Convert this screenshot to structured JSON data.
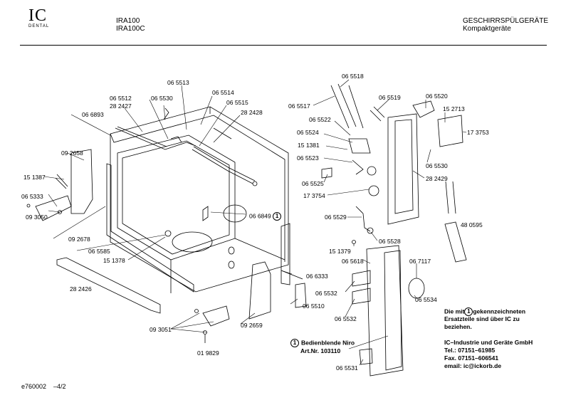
{
  "logo": {
    "main": "IC",
    "sub": "DENTAL"
  },
  "header": {
    "model_1": "IRA100",
    "model_2": "IRA100C",
    "category": "GESCHIRRSPÜLGERÄTE",
    "subcategory": "Kompaktgeräte"
  },
  "parts": {
    "p065513": "06 5513",
    "p065512": "06 5512",
    "p065530a": "06 5530",
    "p065514": "06 5514",
    "p282427": "28 2427",
    "p065515": "06 5515",
    "p066893": "06 6893",
    "p282428": "28 2428",
    "p092658": "09 2658",
    "p151387": "15 1387",
    "p065333": "06 5333",
    "p093050": "09 3050",
    "p092678": "09 2678",
    "p065585": "06 5585",
    "p151378": "15 1378",
    "p282426": "28 2426",
    "p066849": "06 6849",
    "p066333": "06 6333",
    "p065510": "06 5510",
    "p092659": "09 2659",
    "p093051": "09 3051",
    "p019829": "01 9829",
    "p065518": "06 5518",
    "p065517": "06 5517",
    "p065519": "06 5519",
    "p065520": "06 5520",
    "p152713": "15 2713",
    "p065522": "06 5522",
    "p065524": "06 5524",
    "p151381": "15 1381",
    "p065523": "06 5523",
    "p173753": "17 3753",
    "p065530b": "06 5530",
    "p065525": "06 5525",
    "p282429": "28 2429",
    "p173754": "17 3754",
    "p065529": "06 5529",
    "p480595": "48 0595",
    "p065528": "06 5528",
    "p151379": "15 1379",
    "p065618": "06 5618",
    "p067117": "06 7117",
    "p065532a": "06 5532",
    "p065534": "06 5534",
    "p065532b": "06 5532",
    "p065531": "06 5531"
  },
  "marker_symbol": "1",
  "bedienblende": {
    "line1": "Bedienblende Niro",
    "line2": "Art.Nr. 103110"
  },
  "note": {
    "line1_a": "Die mit",
    "line1_b": "gekennzeichneten",
    "line2": "Ersatzteile sind über IC zu",
    "line3": "beziehen."
  },
  "company": {
    "name": "IC–Industrie und Geräte GmbH",
    "tel": "Tel.:    07151–61985",
    "fax": "Fax.   07151–606541",
    "email": "email: ic@ickorb.de"
  },
  "footer": {
    "doc": "e760002",
    "page": "–4/2"
  }
}
